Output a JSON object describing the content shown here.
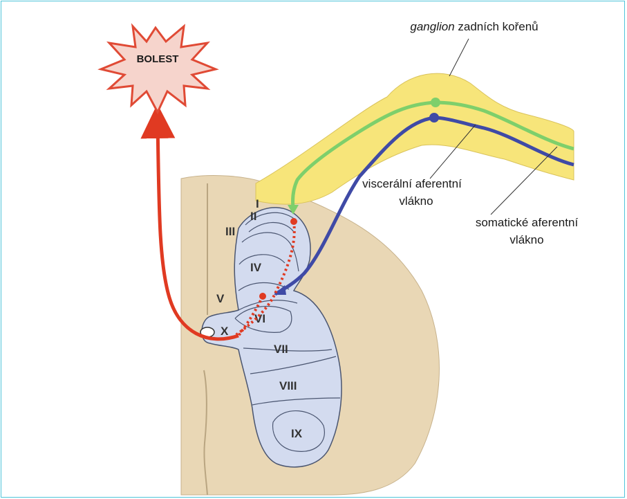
{
  "figure": {
    "pain_label": "BOLEST",
    "ganglion_label_italic": "ganglion",
    "ganglion_label_rest": " zadních kořenů",
    "visceral_label_line1": "viscerální aferentní",
    "visceral_label_line2": "vlákno",
    "somatic_label_line1": "somatické aferentní",
    "somatic_label_line2": "vlákno",
    "laminae": [
      "I",
      "II",
      "III",
      "IV",
      "V",
      "VI",
      "VII",
      "VIII",
      "IX",
      "X"
    ]
  },
  "colors": {
    "frame": "#4fc4da",
    "grey_matter": "#d3dbef",
    "white_matter": "#e9d7b5",
    "nerve_root": "#f7e57a",
    "visceral_fiber": "#7ecf6b",
    "somatic_fiber": "#3f4aa6",
    "pain_pathway": "#e03a22",
    "starburst": "#e04a35"
  }
}
